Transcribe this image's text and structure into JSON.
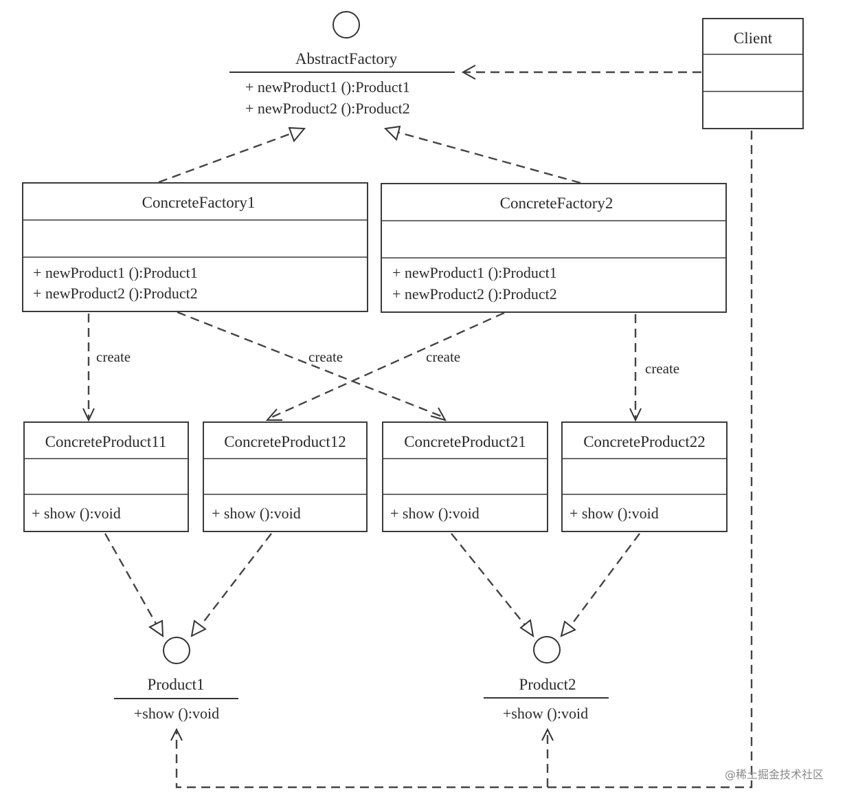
{
  "interfaces": {
    "abstract_factory": {
      "name": "AbstractFactory",
      "methods": [
        "+ newProduct1 ():Product1",
        "+ newProduct2 ():Product2"
      ]
    },
    "product1": {
      "name": "Product1",
      "methods": [
        "+show ():void"
      ]
    },
    "product2": {
      "name": "Product2",
      "methods": [
        "+show ():void"
      ]
    }
  },
  "classes": {
    "client": {
      "name": "Client"
    },
    "concrete_factory1": {
      "name": "ConcreteFactory1",
      "methods": [
        "+ newProduct1 ():Product1",
        "+ newProduct2 ():Product2"
      ]
    },
    "concrete_factory2": {
      "name": "ConcreteFactory2",
      "methods": [
        "+ newProduct1 ():Product1",
        "+ newProduct2 ():Product2"
      ]
    },
    "concrete_product11": {
      "name": "ConcreteProduct11",
      "methods": [
        "+ show ():void"
      ]
    },
    "concrete_product12": {
      "name": "ConcreteProduct12",
      "methods": [
        "+ show ():void"
      ]
    },
    "concrete_product21": {
      "name": "ConcreteProduct21",
      "methods": [
        "+ show ():void"
      ]
    },
    "concrete_product22": {
      "name": "ConcreteProduct22",
      "methods": [
        "+ show ():void"
      ]
    }
  },
  "relations": {
    "create_label_1": "create",
    "create_label_2": "create",
    "create_label_3": "create",
    "create_label_4": "create"
  },
  "watermark": "@稀土掘金技术社区",
  "colors": {
    "line": "#444444",
    "background": "#ffffff",
    "text": "#2a2a2a"
  }
}
